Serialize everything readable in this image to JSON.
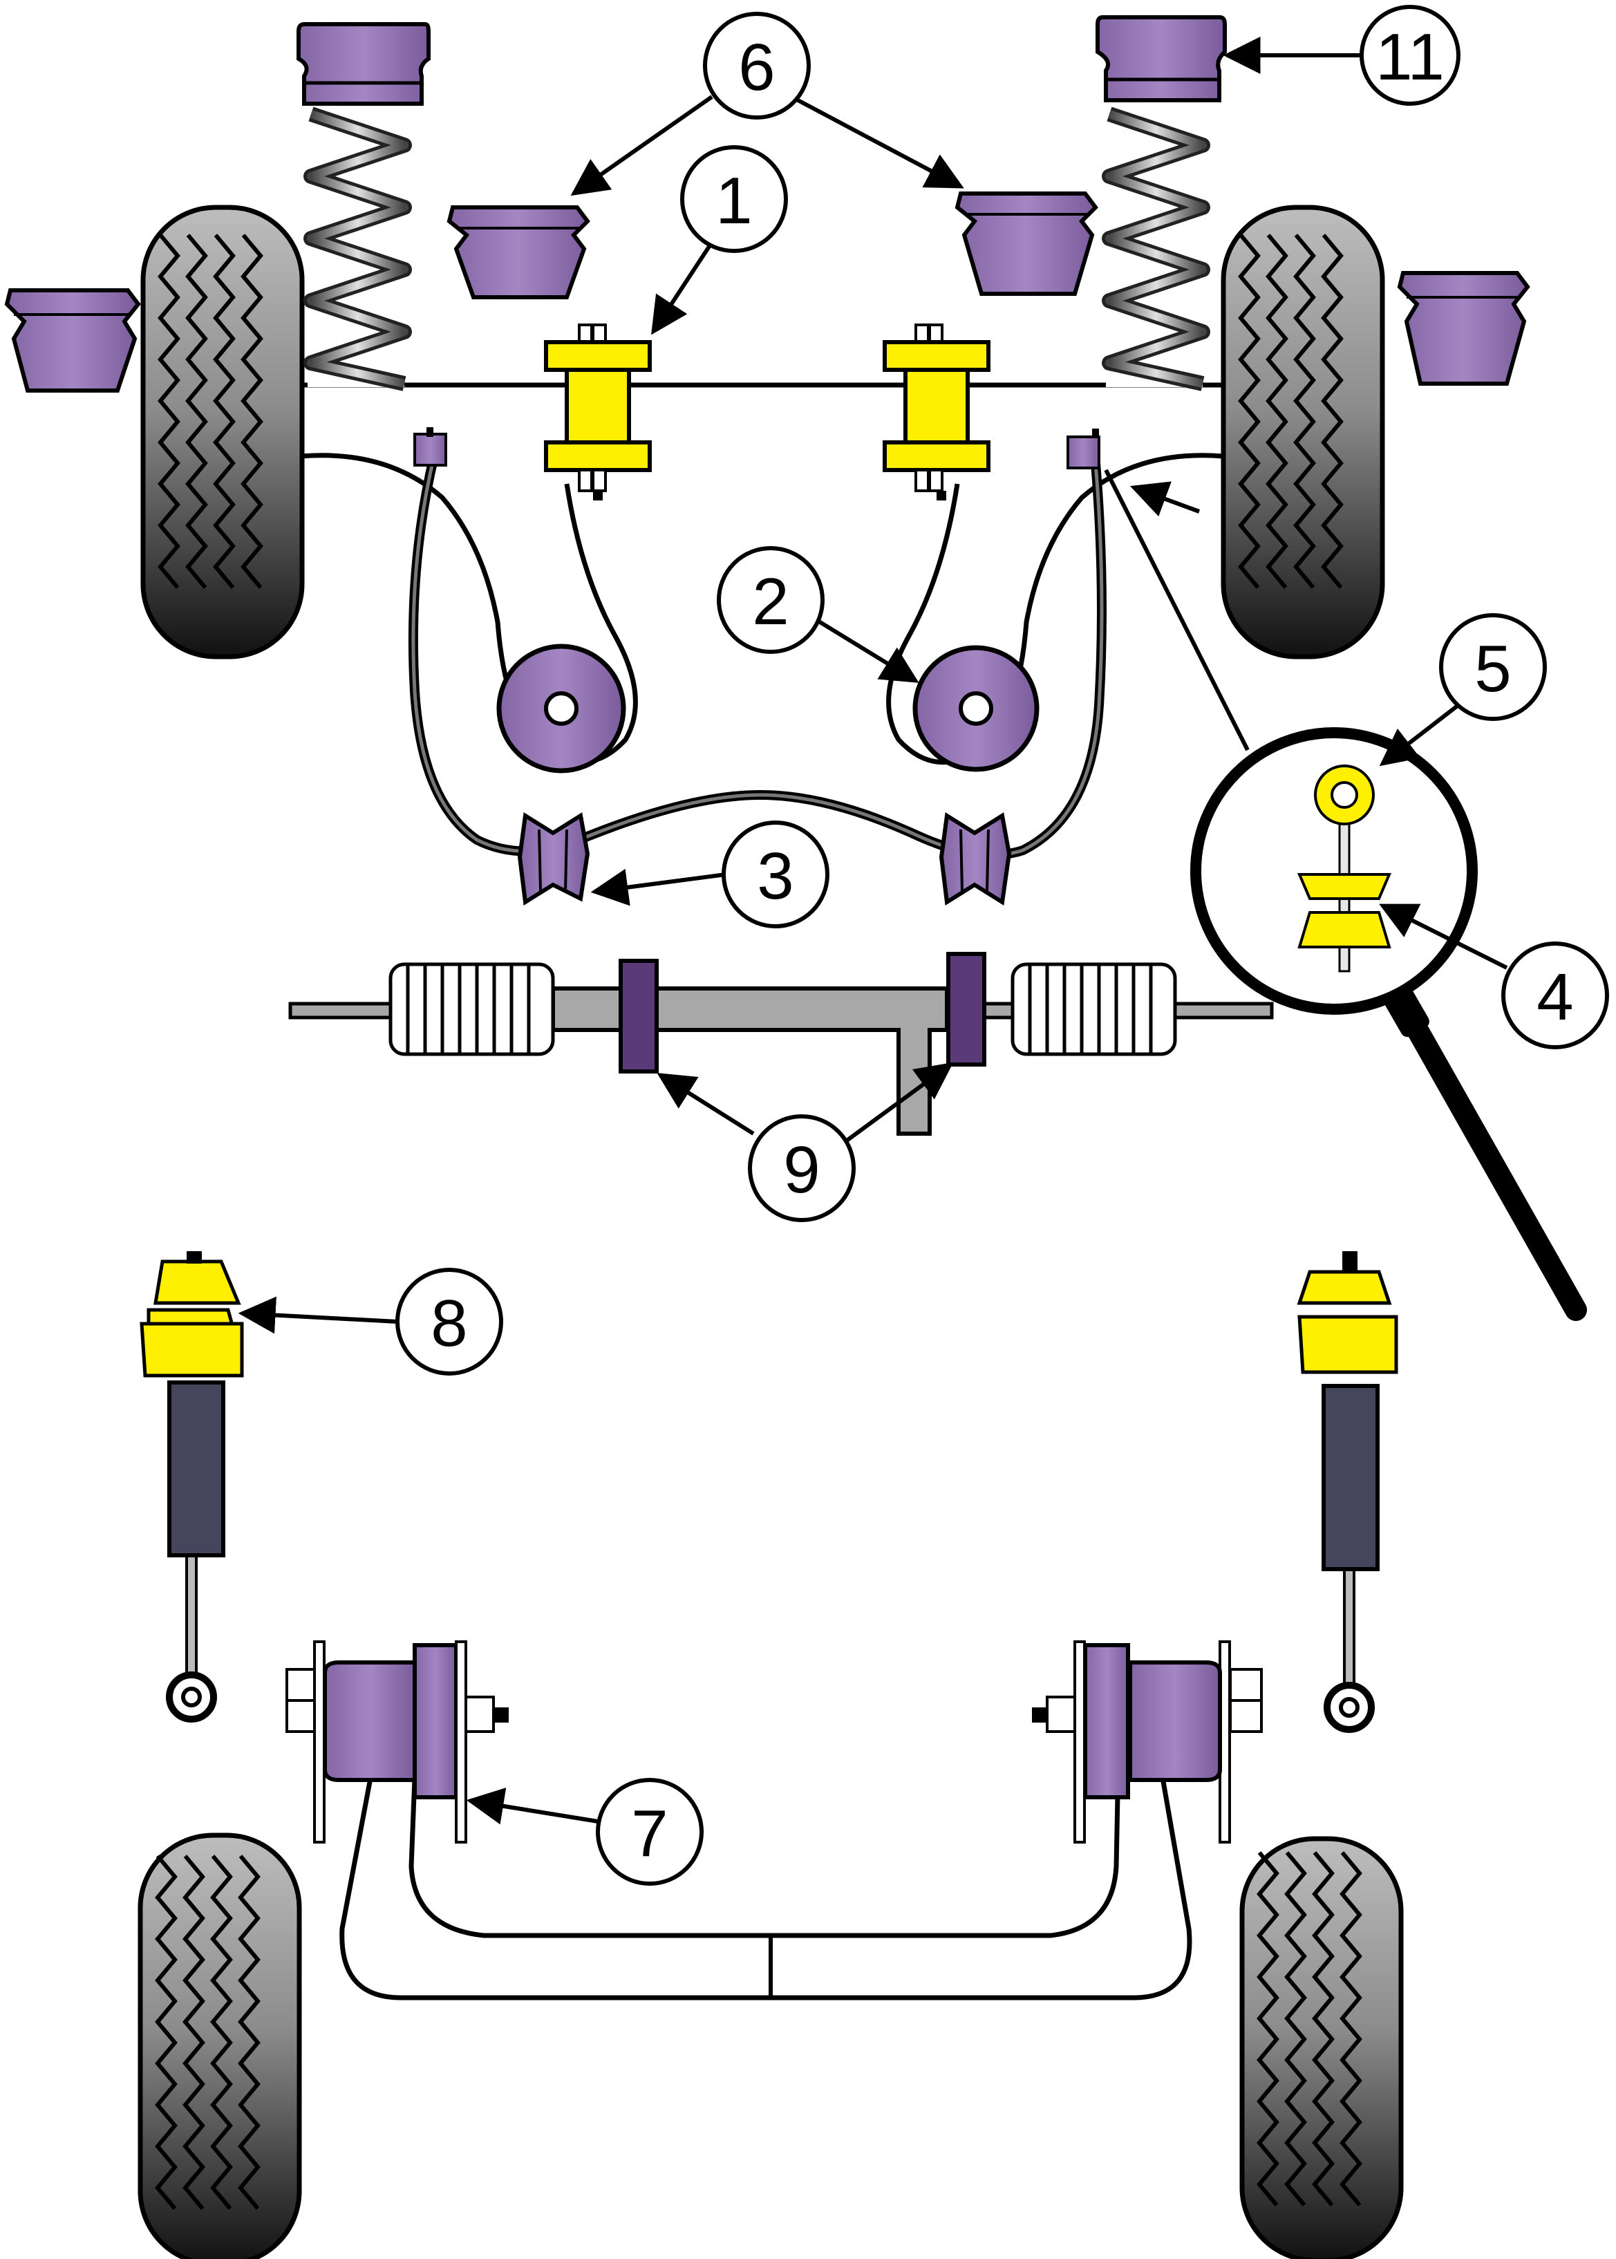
{
  "colors": {
    "poly_purple": "#9a7cb8",
    "poly_purple_dark": "#5b3a7a",
    "poly_yellow": "#ffef00",
    "tyre_light": "#b7b7b7",
    "tyre_dark": "#151515",
    "damper": "#45465c",
    "rack_grey": "#a8a8a8",
    "line": "#000000"
  },
  "callouts": [
    {
      "id": "1",
      "label": "1"
    },
    {
      "id": "2",
      "label": "2"
    },
    {
      "id": "3",
      "label": "3"
    },
    {
      "id": "4",
      "label": "4"
    },
    {
      "id": "5",
      "label": "5"
    },
    {
      "id": "6",
      "label": "6"
    },
    {
      "id": "7",
      "label": "7"
    },
    {
      "id": "8",
      "label": "8"
    },
    {
      "id": "9",
      "label": "9"
    },
    {
      "id": "11",
      "label": "11"
    }
  ],
  "icons": [
    "tyre-icon",
    "coil-spring-icon",
    "bush-icon",
    "magnifier-icon",
    "steering-rack-icon",
    "shock-absorber-icon"
  ]
}
